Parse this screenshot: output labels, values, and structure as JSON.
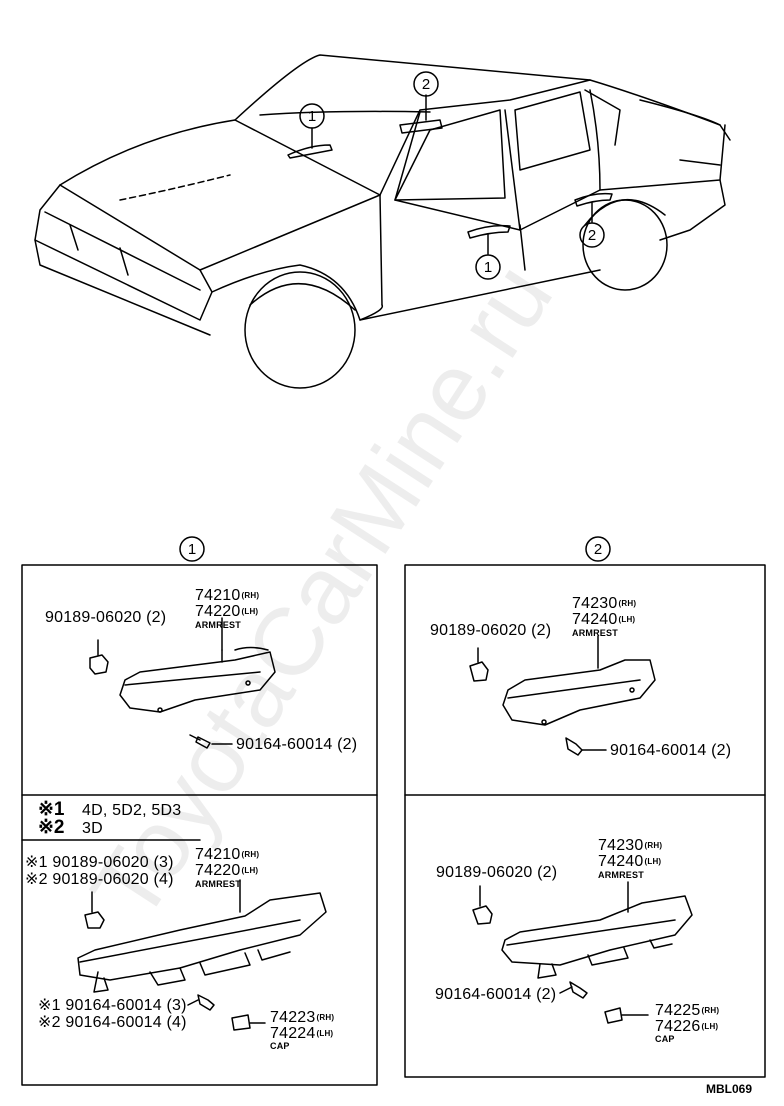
{
  "callouts": {
    "one": "1",
    "two": "2"
  },
  "section1": {
    "upper": {
      "clip": "90189-06020 (2)",
      "part_rh": "74210",
      "part_lh": "74220",
      "rh": "(RH)",
      "lh": "(LH)",
      "name": "ARMREST",
      "screw": "90164-60014 (2)"
    },
    "lower": {
      "note1_mark": "※1",
      "note1_text": "4D, 5D2, 5D3",
      "note2_mark": "※2",
      "note2_text": "3D",
      "clip1": "※1 90189-06020 (3)",
      "clip2": "※2 90189-06020 (4)",
      "part_rh": "74210",
      "part_lh": "74220",
      "rh": "(RH)",
      "lh": "(LH)",
      "name": "ARMREST",
      "screw1": "※1 90164-60014 (3)",
      "screw2": "※2 90164-60014 (4)",
      "cap_rh": "74223",
      "cap_lh": "74224",
      "cap_name": "CAP"
    }
  },
  "section2": {
    "upper": {
      "clip": "90189-06020 (2)",
      "part_rh": "74230",
      "part_lh": "74240",
      "rh": "(RH)",
      "lh": "(LH)",
      "name": "ARMREST",
      "screw": "90164-60014 (2)"
    },
    "lower": {
      "clip": "90189-06020 (2)",
      "part_rh": "74230",
      "part_lh": "74240",
      "rh": "(RH)",
      "lh": "(LH)",
      "name": "ARMREST",
      "screw": "90164-60014 (2)",
      "cap_rh": "74225",
      "cap_lh": "74226",
      "cap_name": "CAP"
    }
  },
  "watermark": "ToyotaCarMine.ru",
  "diagram_code": "MBL069"
}
